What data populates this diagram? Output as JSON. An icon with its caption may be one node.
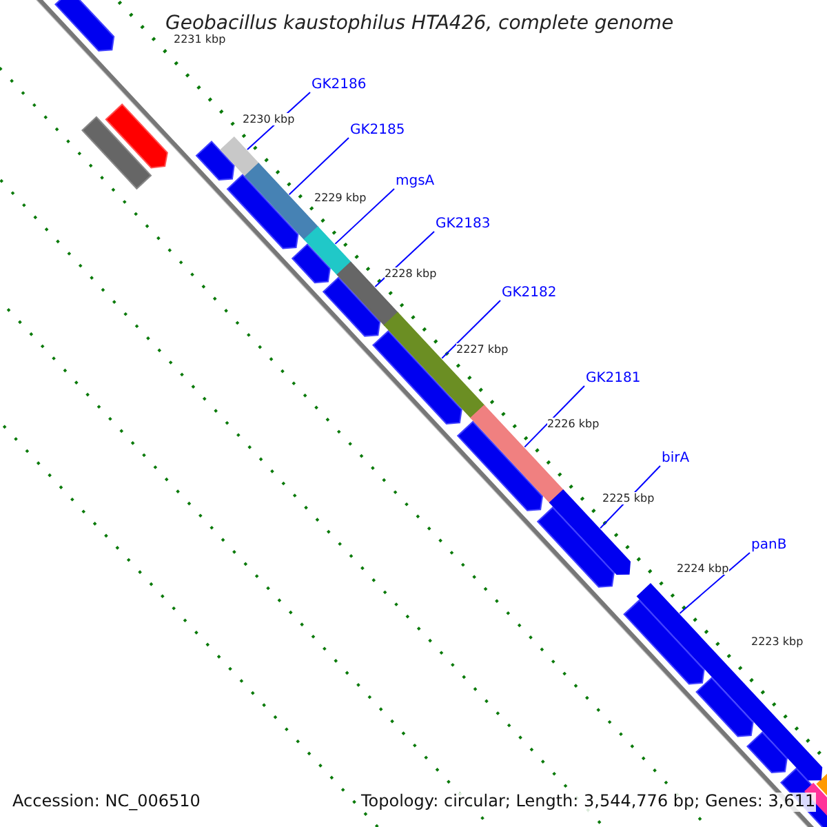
{
  "diagram": {
    "title": "Geobacillus kaustophilus HTA426, complete genome",
    "nodes": [
      {
        "text": [
          "GK2186"
        ]
      },
      {
        "text": [
          "GK2185"
        ]
      },
      {
        "text": [
          "mgsA"
        ]
      },
      {
        "text": [
          "GK2183"
        ]
      },
      {
        "text": [
          "GK2182"
        ]
      },
      {
        "text": [
          "GK2181"
        ]
      },
      {
        "text": [
          "birA"
        ]
      },
      {
        "text": [
          "panB"
        ]
      },
      {
        "text": [],
        "shape": "bar"
      },
      {
        "text": [],
        "shape": "bar"
      },
      {
        "text": [],
        "shape": "bar"
      },
      {
        "text": [],
        "shape": "bar"
      },
      {
        "text": [],
        "shape": "bar"
      },
      {
        "text": [],
        "shape": "bar"
      },
      {
        "text": [],
        "shape": "bar"
      },
      {
        "text": [],
        "shape": "bar"
      }
    ],
    "edges": [
      {
        "from": 0,
        "to": 8,
        "arrow": "none"
      },
      {
        "from": 1,
        "to": 9,
        "arrow": "none"
      },
      {
        "from": 2,
        "to": 10,
        "arrow": "none"
      },
      {
        "from": 3,
        "to": 11,
        "arrow": "none"
      },
      {
        "from": 4,
        "to": 12,
        "arrow": "none"
      },
      {
        "from": 5,
        "to": 13,
        "arrow": "none"
      },
      {
        "from": 6,
        "to": 14,
        "arrow": "none"
      },
      {
        "from": 7,
        "to": 15,
        "arrow": "none"
      }
    ],
    "labels": [
      "2231 kbp",
      "2230 kbp",
      "2229 kbp",
      "2228 kbp",
      "2227 kbp",
      "2226 kbp",
      "2225 kbp",
      "2224 kbp",
      "2223 kbp",
      "Accession: NC_006510",
      "Topology: circular; Length: 3,544,776 bp; Genes: 3,611"
    ]
  }
}
